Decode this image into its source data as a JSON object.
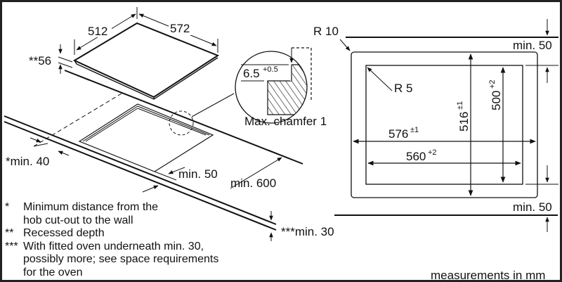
{
  "hob_view": {
    "width_label": "512",
    "depth_label": "572",
    "recess_label": "**56",
    "wall_distance_label": "*min. 40",
    "front_distance_label": "min. 50",
    "worktop_depth_label": "min. 600",
    "oven_gap_label": "***min. 30"
  },
  "detail": {
    "depth_label": "6.5",
    "depth_tolerance": "+0.5",
    "chamfer_label": "Max. chamfer 1"
  },
  "cutout_view": {
    "outer_radius_label": "R 10",
    "inner_radius_label": "R 5",
    "outer_width": "576",
    "outer_width_tol": "±1",
    "inner_width": "560",
    "inner_width_tol": "+2",
    "outer_depth": "516",
    "outer_depth_tol": "±1",
    "inner_depth": "500",
    "inner_depth_tol": "+2",
    "top_margin_label": "min. 50",
    "bottom_margin_label": "min. 50"
  },
  "notes": [
    {
      "marker": "*",
      "lines": [
        "Minimum distance from the",
        "hob cut-out to the wall"
      ]
    },
    {
      "marker": "**",
      "lines": [
        "Recessed depth"
      ]
    },
    {
      "marker": "***",
      "lines": [
        "With fitted oven underneath min. 30,",
        "possibly more; see space requirements",
        "for the oven"
      ]
    }
  ],
  "units_label": "measurements in mm"
}
